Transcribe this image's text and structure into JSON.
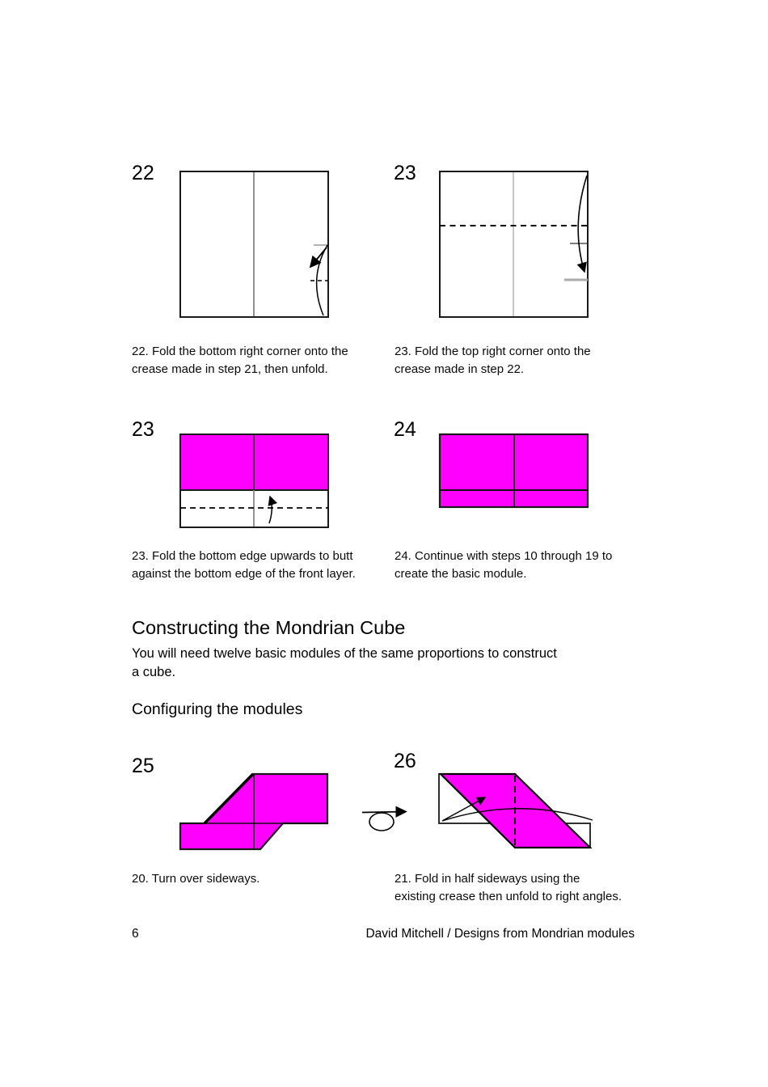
{
  "colors": {
    "magenta": "#ff00ff"
  },
  "section": {
    "title": "Constructing the Mondrian Cube",
    "intro": "You will need twelve basic modules of the same proportions to construct\na cube.",
    "subsection": "Configuring the modules"
  },
  "steps": {
    "s22": {
      "number": "22",
      "caption": "22. Fold the bottom right corner onto the\ncrease made in step 21, then unfold."
    },
    "s23a": {
      "number": "23",
      "caption": "23. Fold the top right corner onto the\ncrease made in step 22."
    },
    "s23b": {
      "number": "23",
      "caption": "23. Fold the bottom edge upwards to butt\nagainst the bottom edge of the front layer."
    },
    "s24": {
      "number": "24",
      "caption": "24. Continue with steps 10 through 19 to\ncreate the basic module."
    },
    "s25": {
      "number": "25",
      "caption": "20. Turn over sideways."
    },
    "s26": {
      "number": "26",
      "caption": "21. Fold in half sideways using the\nexisting crease then unfold to right angles."
    }
  },
  "footer": {
    "page_number": "6",
    "credit": "David Mitchell / Designs from Mondrian modules"
  }
}
